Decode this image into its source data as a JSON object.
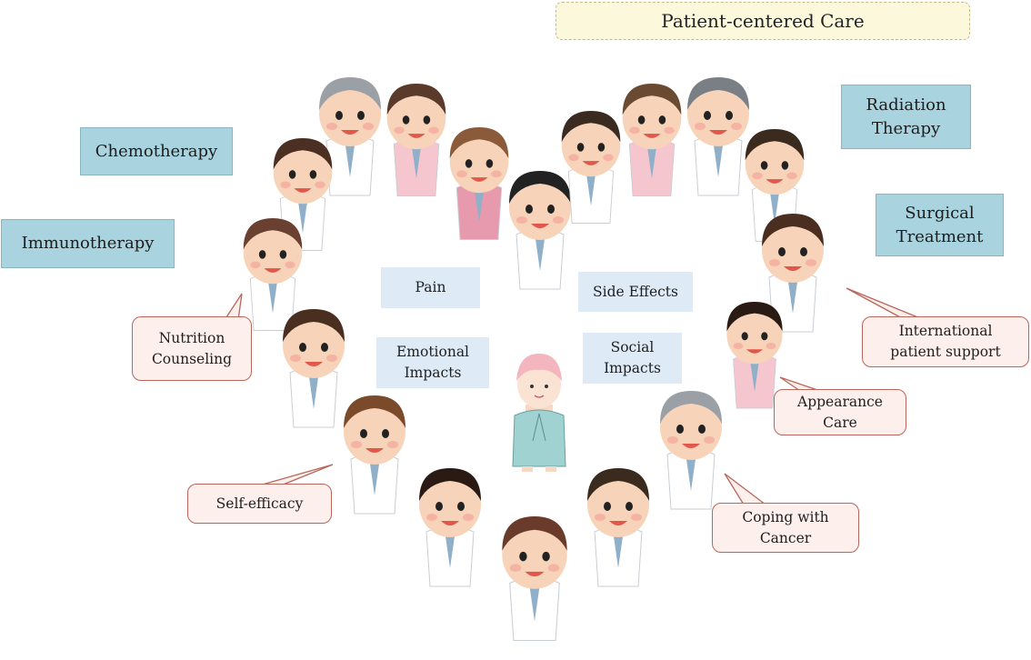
{
  "title": "Patient-centered Care",
  "treatments": {
    "chemotherapy": "Chemotherapy",
    "immunotherapy": "Immunotherapy",
    "radiation": [
      "Radiation",
      "Therapy"
    ],
    "surgical": [
      "Surgical",
      "Treatment"
    ]
  },
  "concerns": {
    "pain": "Pain",
    "side_effects": "Side Effects",
    "emotional": [
      "Emotional",
      "Impacts"
    ],
    "social": [
      "Social",
      "Impacts"
    ]
  },
  "support": {
    "nutrition": [
      "Nutrition",
      "Counseling"
    ],
    "self_efficacy": "Self-efficacy",
    "international": [
      "International",
      "patient support"
    ],
    "appearance": [
      "Appearance",
      "Care"
    ],
    "coping": [
      "Coping with",
      "Cancer"
    ]
  },
  "colors": {
    "treatment_fill": "#a9d3df",
    "concern_fill": "#deebf7",
    "support_fill": "#fcefec",
    "support_border": "#b9665c",
    "title_fill": "#fbf8dc"
  }
}
